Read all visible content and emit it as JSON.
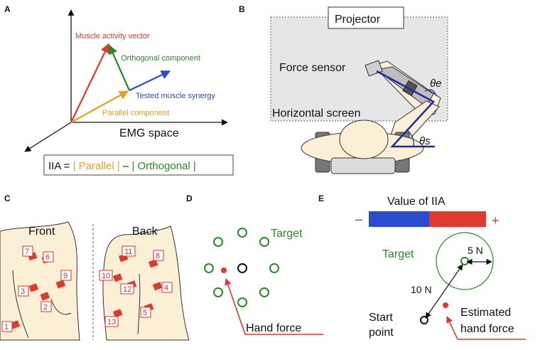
{
  "colors": {
    "red": "#e03a2c",
    "green": "#2a8a2a",
    "blue": "#2b4bd1",
    "orange": "#e8a020",
    "navy": "#1d2aa0",
    "skin": "#fbefd6",
    "screen": "#e6e6e6"
  },
  "panelA": {
    "letter": "A",
    "muscle_activity_vector": "Muscle activity vector",
    "orthogonal_component": "Orthogonal component",
    "tested_muscle_synergy": "Tested muscle synergy",
    "parallel_component": "Parallel component",
    "emg_space": "EMG space",
    "formula": {
      "iia": "IIA = ",
      "parallel": "| Parallel |",
      "minus": " – ",
      "orthogonal": "| Orthogonal |"
    }
  },
  "panelB": {
    "letter": "B",
    "projector": "Projector",
    "force_sensor": "Force sensor",
    "horizontal_screen": "Horizontal screen",
    "theta_e": "θe",
    "theta_s": "θs"
  },
  "panelC": {
    "letter": "C",
    "front": "Front",
    "back": "Back",
    "front_markers": [
      "7",
      "6",
      "9",
      "3",
      "2",
      "1"
    ],
    "back_markers": [
      "11",
      "8",
      "10",
      "12",
      "4",
      "5",
      "13"
    ]
  },
  "panelD": {
    "letter": "D",
    "target": "Target",
    "hand_force": "Hand force"
  },
  "panelE": {
    "letter": "E",
    "value_of_iia": "Value of IIA",
    "minus": "–",
    "plus": "+",
    "target": "Target",
    "five_n": "5 N",
    "ten_n": "10 N",
    "start_point": [
      "Start",
      "point"
    ],
    "estimated_hand_force": [
      "Estimated",
      "hand force"
    ]
  }
}
